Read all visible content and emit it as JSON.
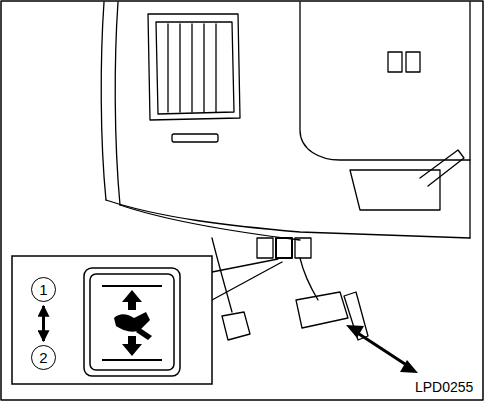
{
  "diagram": {
    "nodes": [
      {
        "text": [
          "1"
        ]
      },
      {
        "text": [
          "2"
        ]
      }
    ],
    "edges": [
      {
        "from": 0,
        "to": 1,
        "arrow": "both"
      }
    ],
    "labels": [
      "LPD0255"
    ]
  }
}
